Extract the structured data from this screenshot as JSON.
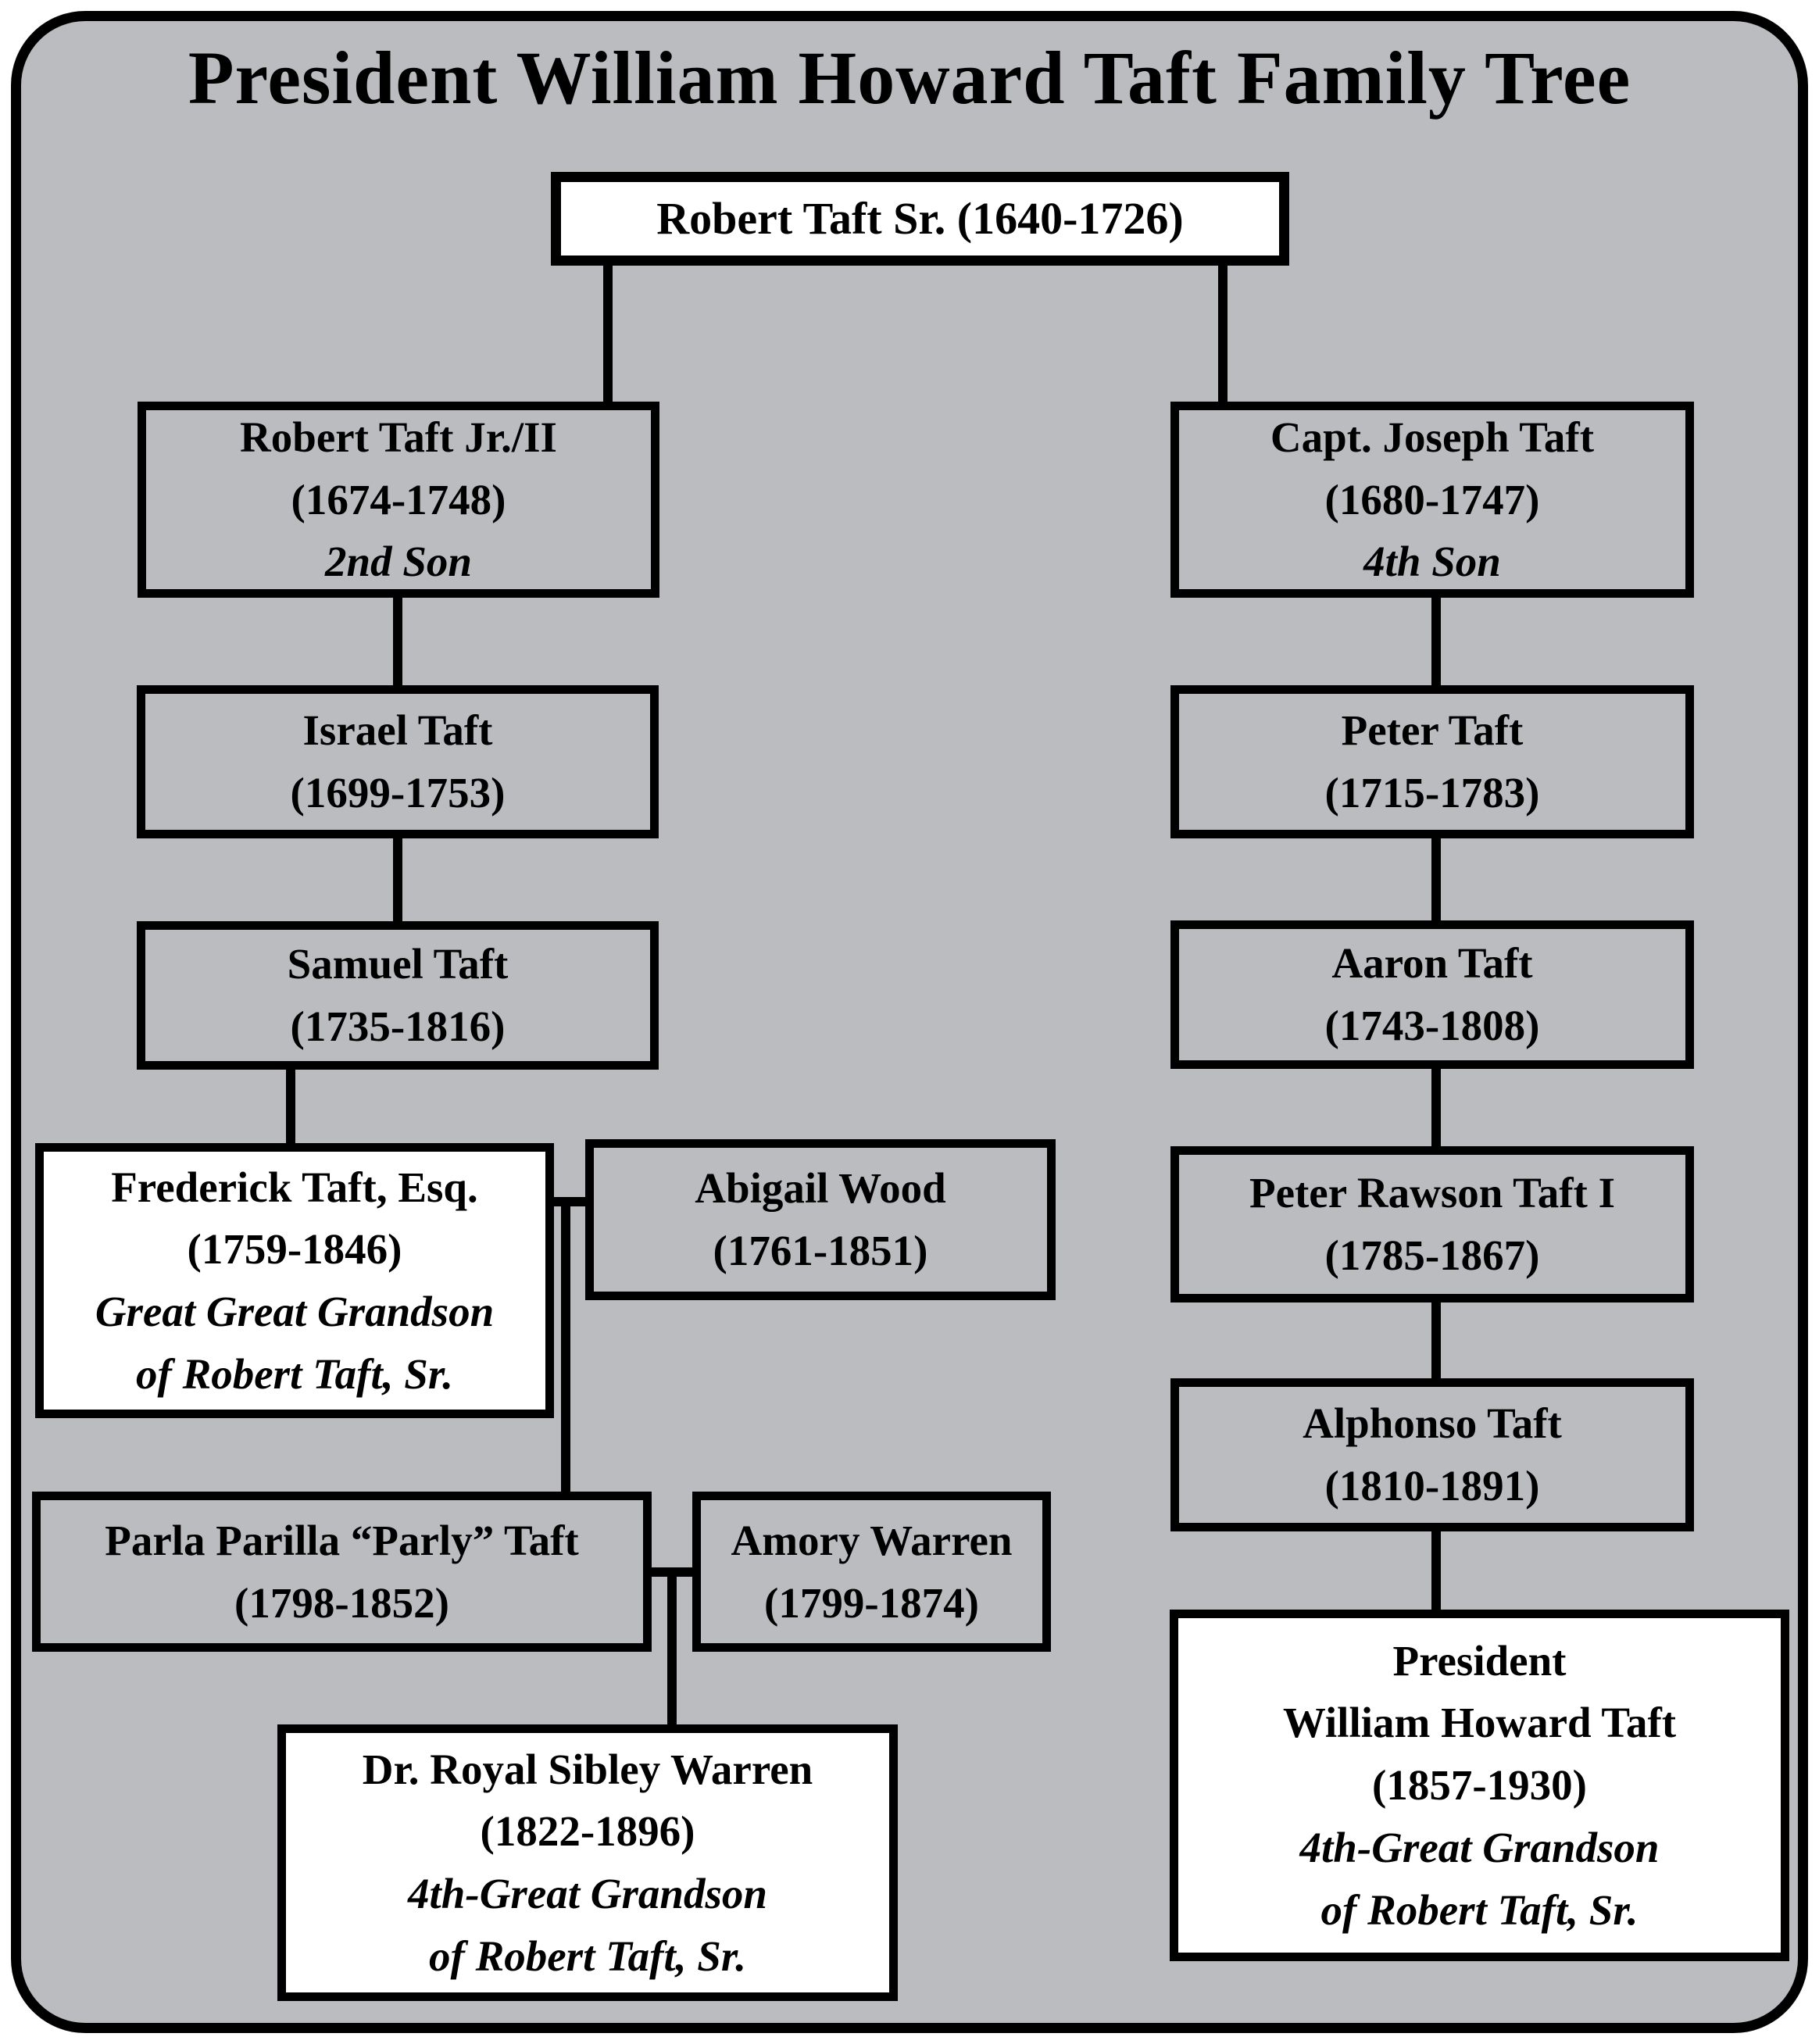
{
  "title": "President William Howard Taft Family Tree",
  "colors": {
    "card_background": "#bbbcc0",
    "gray_box": "#bbbcc0",
    "white_box": "#ffffff",
    "border_and_lines": "#000000"
  },
  "nodes": {
    "robert_sr": {
      "lines": [
        "Robert Taft Sr. (1640-1726)"
      ]
    },
    "robert_jr": {
      "lines": [
        "Robert Taft Jr./II",
        "(1674-1748)",
        "2nd Son"
      ]
    },
    "joseph": {
      "lines": [
        "Capt. Joseph Taft",
        "(1680-1747)",
        "4th Son"
      ]
    },
    "israel": {
      "lines": [
        "Israel Taft",
        "(1699-1753)"
      ]
    },
    "peter": {
      "lines": [
        "Peter Taft",
        "(1715-1783)"
      ]
    },
    "samuel": {
      "lines": [
        "Samuel Taft",
        "(1735-1816)"
      ]
    },
    "aaron": {
      "lines": [
        "Aaron Taft",
        "(1743-1808)"
      ]
    },
    "frederick": {
      "lines": [
        "Frederick Taft, Esq.",
        "(1759-1846)",
        "Great Great Grandson",
        "of Robert Taft, Sr."
      ]
    },
    "abigail": {
      "lines": [
        "Abigail Wood",
        "(1761-1851)"
      ]
    },
    "peter_rawson": {
      "lines": [
        "Peter Rawson Taft I",
        "(1785-1867)"
      ]
    },
    "alphonso": {
      "lines": [
        "Alphonso Taft",
        "(1810-1891)"
      ]
    },
    "parla": {
      "lines": [
        "Parla Parilla “Parly” Taft",
        "(1798-1852)"
      ]
    },
    "amory": {
      "lines": [
        "Amory Warren",
        "(1799-1874)"
      ]
    },
    "royal": {
      "lines": [
        "Dr. Royal Sibley Warren",
        "(1822-1896)",
        "4th-Great Grandson",
        "of Robert Taft, Sr."
      ]
    },
    "president": {
      "lines": [
        "President",
        "William Howard Taft",
        "(1857-1930)",
        "4th-Great Grandson",
        "of Robert Taft, Sr."
      ]
    }
  }
}
